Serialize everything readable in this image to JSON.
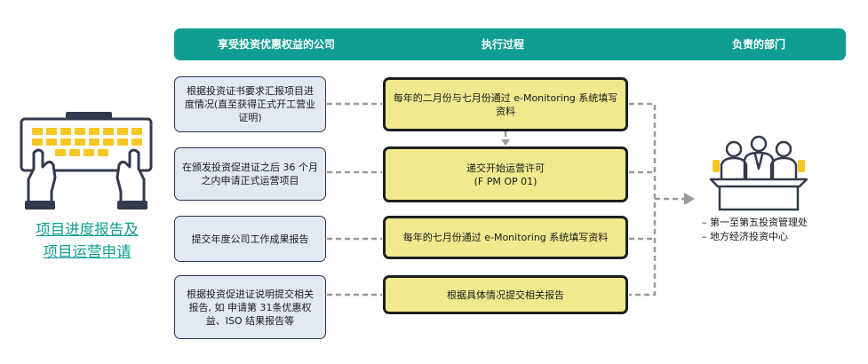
{
  "header": {
    "col1": "享受投资优惠权益的公司",
    "col2": "执行过程",
    "col3": "负责的部门"
  },
  "side_title": {
    "line1": "项目进度报告及",
    "line2": "项目运营申请"
  },
  "rows": [
    {
      "left": "根据投资证书要求汇报项目进度情况(直至获得正式开工营业证明)",
      "middle": "每年的二月份与七月份通过 e-Monitoring 系统填写资料"
    },
    {
      "left": "在颁发投资促进证之后 36 个月之内申请正式运营项目",
      "middle_line1": "递交开始运营许可",
      "middle_line2": "(F PM OP 01)"
    },
    {
      "left": "提交年度公司工作成果报告",
      "middle": "每年的七月份通过 e-Monitoring 系统填写资料"
    },
    {
      "left": "根据投资促进证说明提交相关报告, 如 申请第 31条优惠权益、ISO 结果报告等",
      "middle": "根据具体情况提交相关报告"
    }
  ],
  "departments": [
    "第一至第五投资管理处",
    "地方经济投资中心"
  ],
  "colors": {
    "teal": "#0f9e91",
    "left_box_fill": "#e3e8f5",
    "middle_box_fill": "#f0e98e",
    "dashed_line": "#9a9a9a",
    "icon_yellow": "#f6c623",
    "icon_dark": "#333a4c"
  },
  "icons": {
    "left": "keyboard-typing-icon",
    "right": "meeting-people-icon"
  }
}
